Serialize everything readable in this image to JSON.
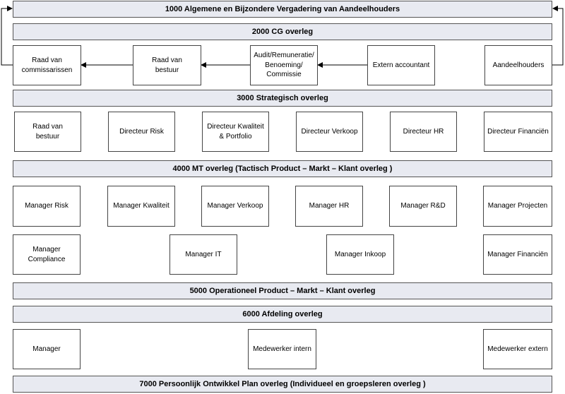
{
  "bars": {
    "b1000": "1000 Algemene en Bijzondere Vergadering van Aandeelhouders",
    "b2000": "2000 CG overleg",
    "b3000": "3000 Strategisch overleg",
    "b4000": "4000 MT overleg  (Tactisch Product – Markt – Klant overleg )",
    "b5000": "5000 Operationeel Product – Markt – Klant overleg",
    "b6000": "6000 Afdeling overleg",
    "b7000": "7000 Persoonlijk Ontwikkel Plan overleg  (Individueel en groepsleren overleg )"
  },
  "cg_row": {
    "raad_comm": "Raad van\ncommissarissen",
    "raad_best": "Raad van\nbestuur",
    "audit": "Audit/Remuneratie/\nBenoeming/\nCommissie",
    "extern": "Extern accountant",
    "aandeel": "Aandeelhouders"
  },
  "strategic_row": {
    "raad_best": "Raad van\nbestuur",
    "risk": "Directeur Risk",
    "kwaliteit": "Directeur Kwaliteit\n& Portfolio",
    "verkoop": "Directeur Verkoop",
    "hr": "Directeur HR",
    "fin": "Directeur Financiën"
  },
  "mt_row1": {
    "risk": "Manager Risk",
    "kwaliteit": "Manager Kwaliteit",
    "verkoop": "Manager Verkoop",
    "hr": "Manager HR",
    "rd": "Manager R&D",
    "projecten": "Manager Projecten"
  },
  "mt_row2": {
    "compliance": "Manager\nCompliance",
    "it": "Manager IT",
    "inkoop": "Manager Inkoop",
    "fin": "Manager Financiën"
  },
  "dept_row": {
    "manager": "Manager",
    "intern": "Medewerker intern",
    "extern": "Medewerker extern"
  }
}
